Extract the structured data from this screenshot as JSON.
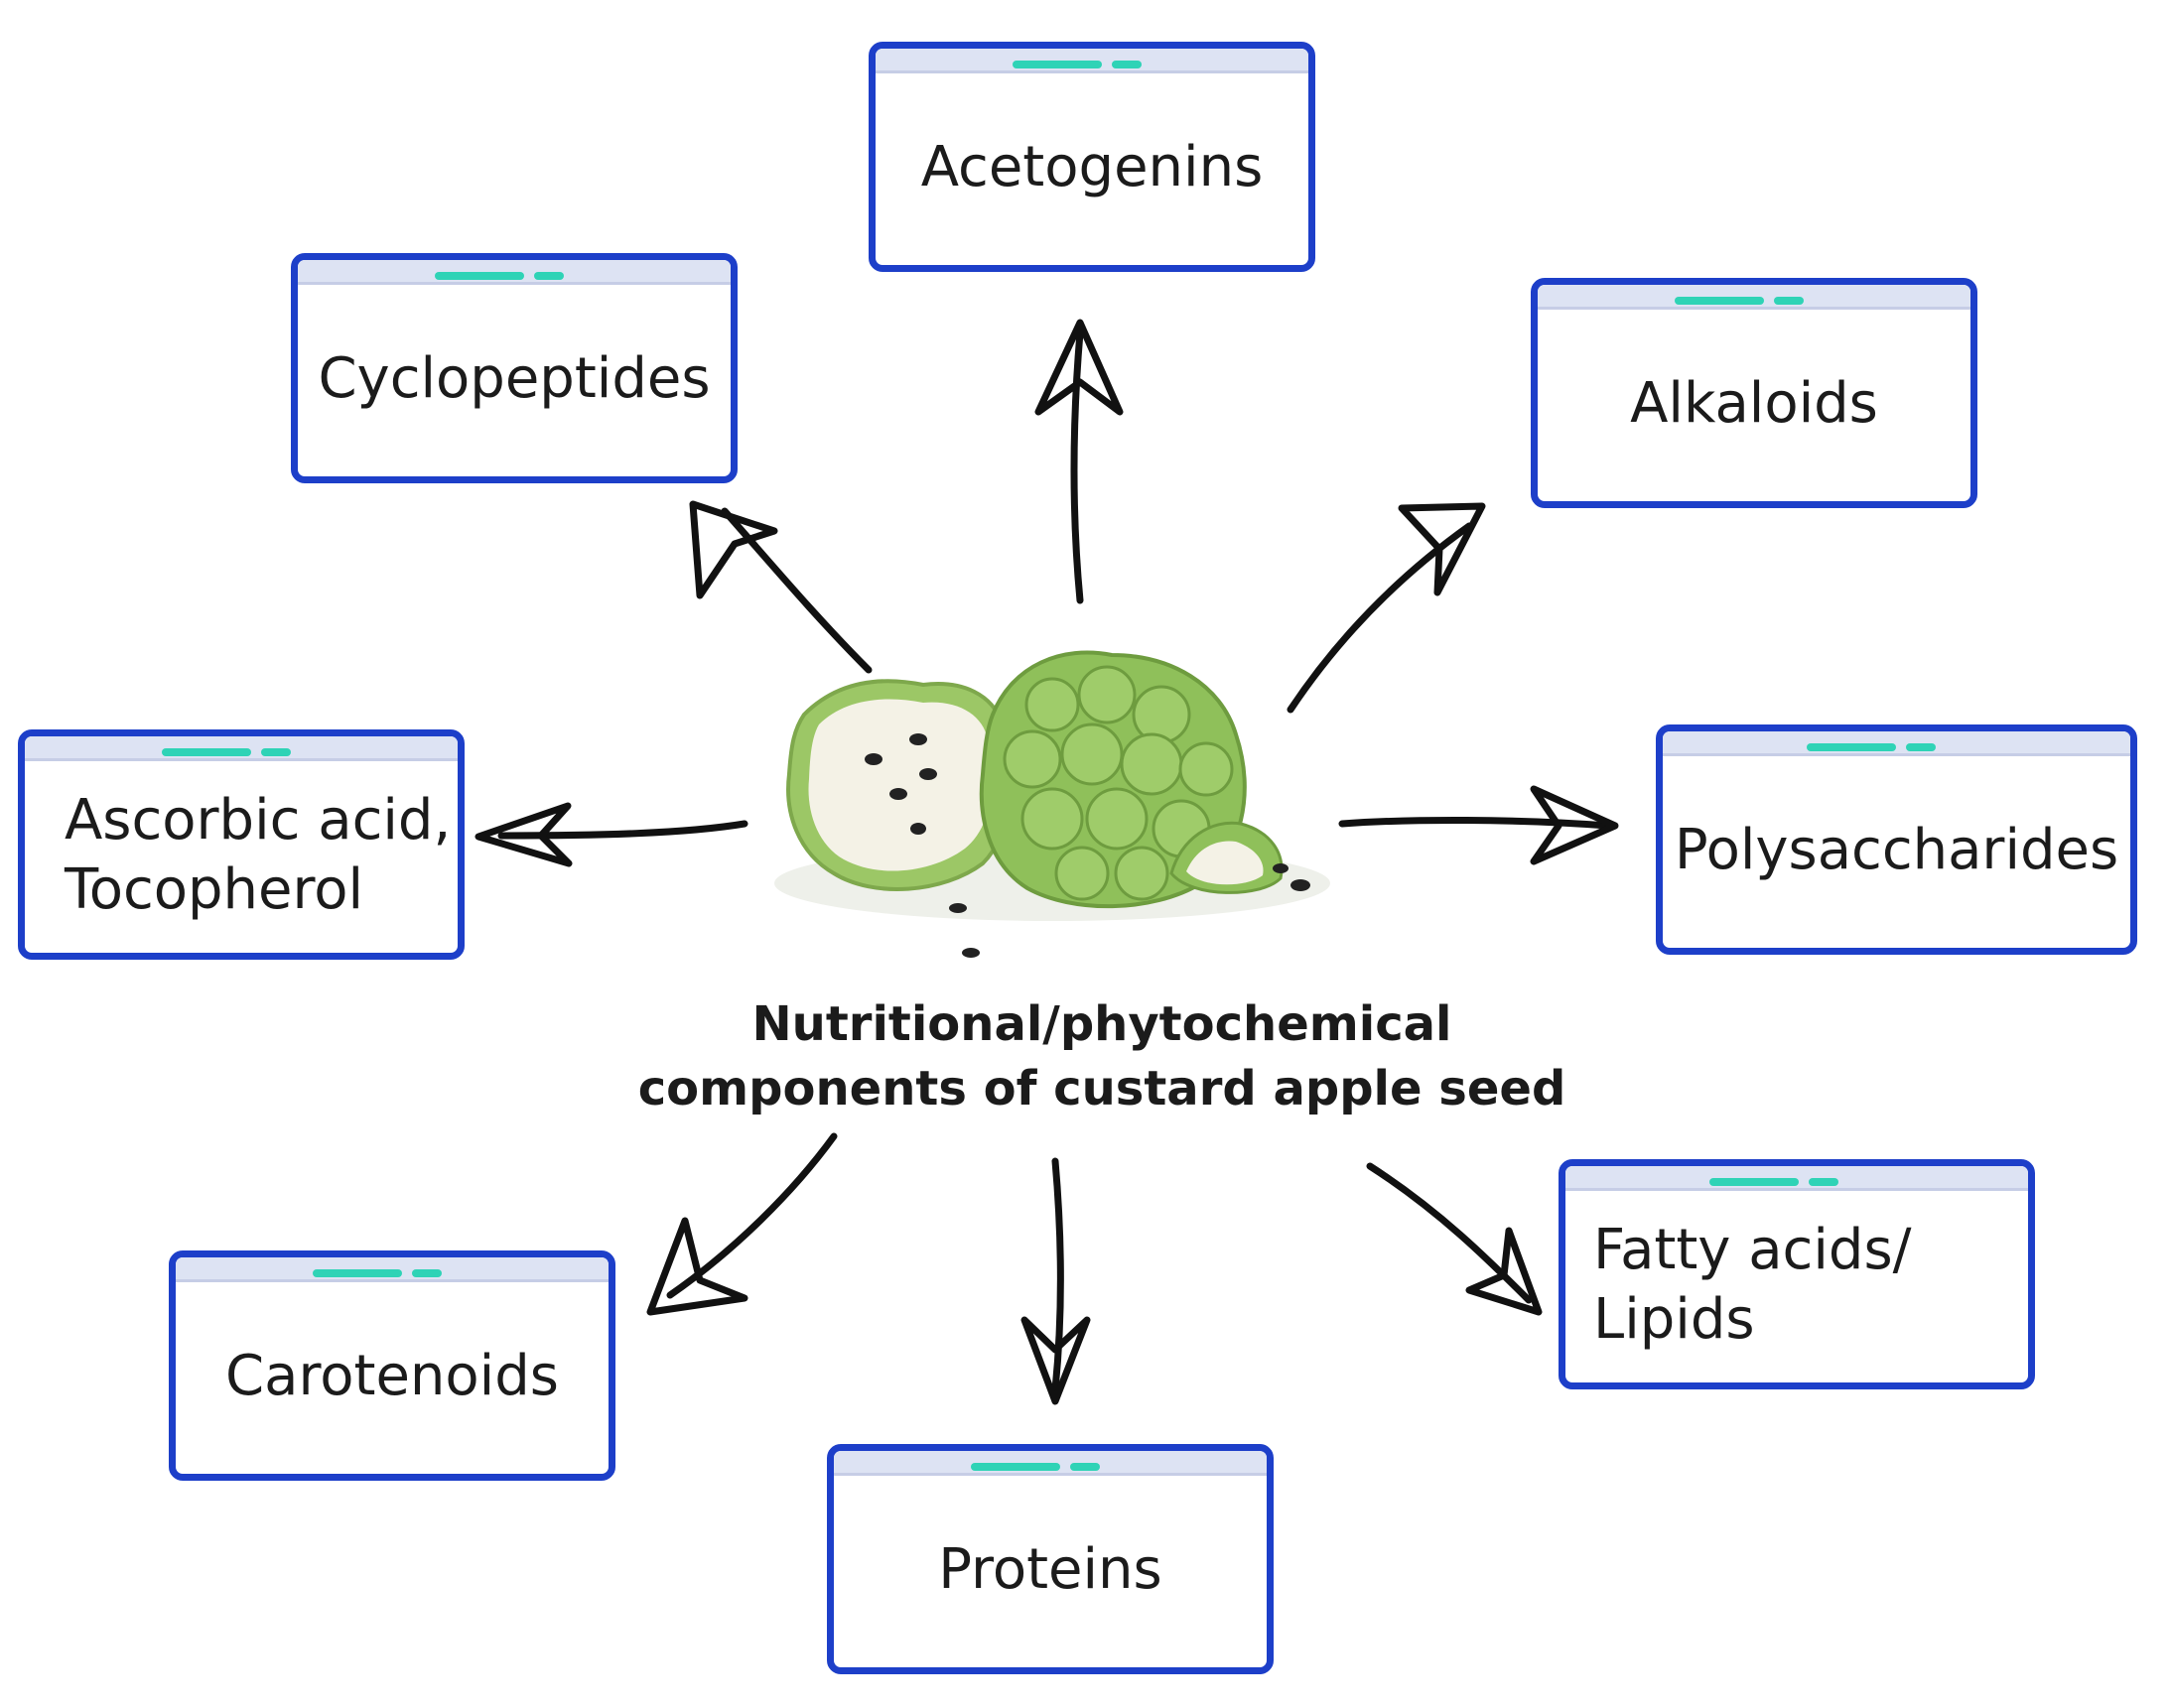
{
  "diagram": {
    "center_title": "Nutritional/phytochemical\ncomponents of  custard apple seed",
    "nodes": {
      "acetogenins": "Acetogenins",
      "cyclopeptides": "Cyclopeptides",
      "alkaloids": "Alkaloids",
      "ascorbic": "Ascorbic acid,\nTocopherol",
      "polysaccharides": "Polysaccharides",
      "carotenoids": "Carotenoids",
      "proteins": "Proteins",
      "fatty_acids": "Fatty acids/\nLipids"
    },
    "illustration": "custard-apple-fruit",
    "colors": {
      "box_border": "#1d3fc9",
      "box_strip": "#dde3f3",
      "strip_dash": "#2fd3b6",
      "arrow": "#111111",
      "fruit_green": "#8fc05a",
      "fruit_flesh": "#f4f2e6",
      "seed": "#222222"
    }
  }
}
